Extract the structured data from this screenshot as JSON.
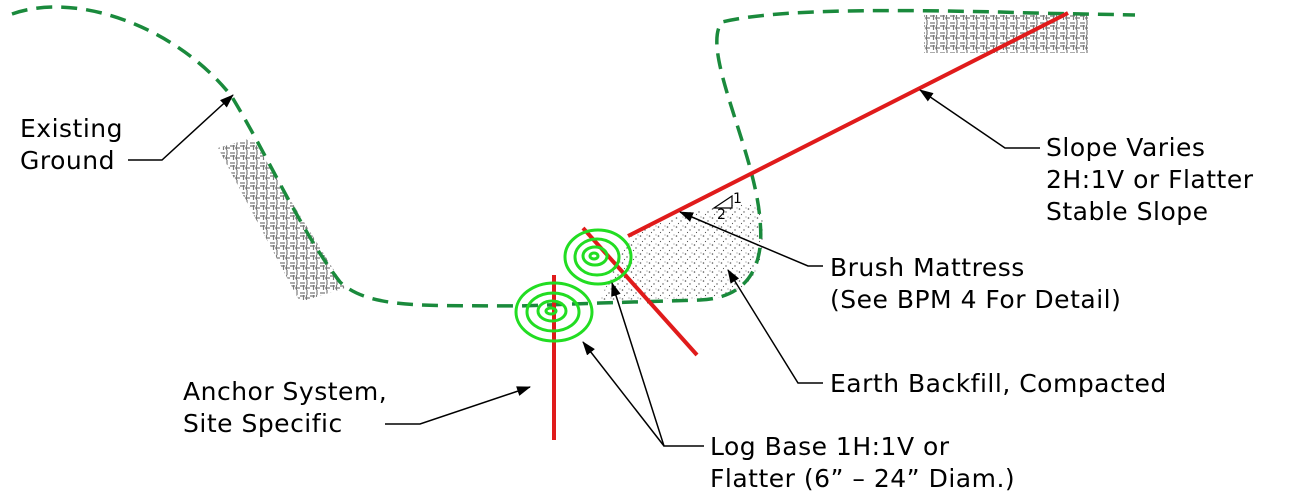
{
  "labels": {
    "existing_ground": [
      "Existing",
      "Ground"
    ],
    "slope_varies": [
      "Slope Varies",
      "2H:1V or Flatter",
      "Stable Slope"
    ],
    "brush_mattress": [
      "Brush Mattress",
      "(See BPM 4 For Detail)"
    ],
    "earth_backfill": "Earth Backfill, Compacted",
    "anchor_system": [
      "Anchor System,",
      "Site Specific"
    ],
    "log_base": [
      "Log Base 1H:1V or",
      "Flatter (6” – 24” Diam.)"
    ]
  },
  "slope_ratio": {
    "rise": "1",
    "run": "2"
  },
  "colors": {
    "ground_line": "#1a8a3c",
    "slope_line": "#e01b1b",
    "log": "#22dd22",
    "hatch": "#7a7a7a",
    "leader": "#000000"
  }
}
